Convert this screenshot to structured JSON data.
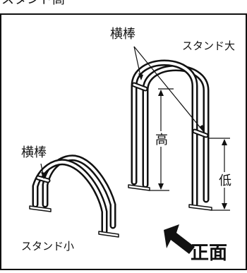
{
  "figure": {
    "header_text": "スタンド高",
    "stand_large": {
      "name": "スタンド大",
      "crossbar": "横棒",
      "height_label": "高",
      "low_label": "低"
    },
    "stand_small": {
      "name": "スタンド小",
      "crossbar": "横棒"
    },
    "front_label": "正面",
    "colors": {
      "line": "#111111",
      "background": "#ffffff"
    }
  }
}
